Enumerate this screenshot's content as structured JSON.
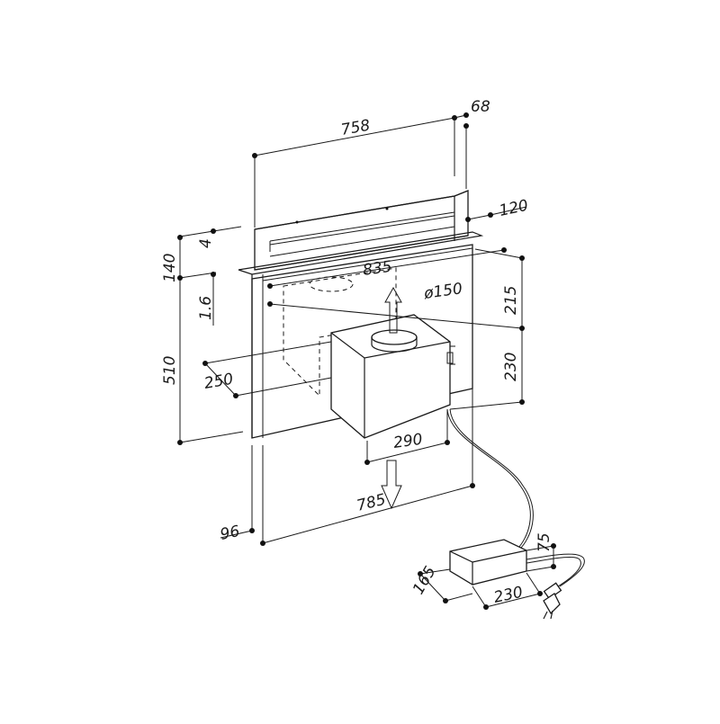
{
  "dimensions": {
    "width_total": "758",
    "depth_offset": "68",
    "top_depth": "120",
    "top_lip": "4",
    "rise_height": "140",
    "panel_step": "1.6",
    "body_height": "510",
    "duct_height": "215",
    "motor_height": "230",
    "panel_width": "835",
    "duct_diameter": "ø150",
    "motor_offset": "250",
    "motor_width": "290",
    "base_width": "785",
    "base_offset": "96",
    "box_height": "75",
    "box_depth": "165",
    "box_width": "230"
  }
}
